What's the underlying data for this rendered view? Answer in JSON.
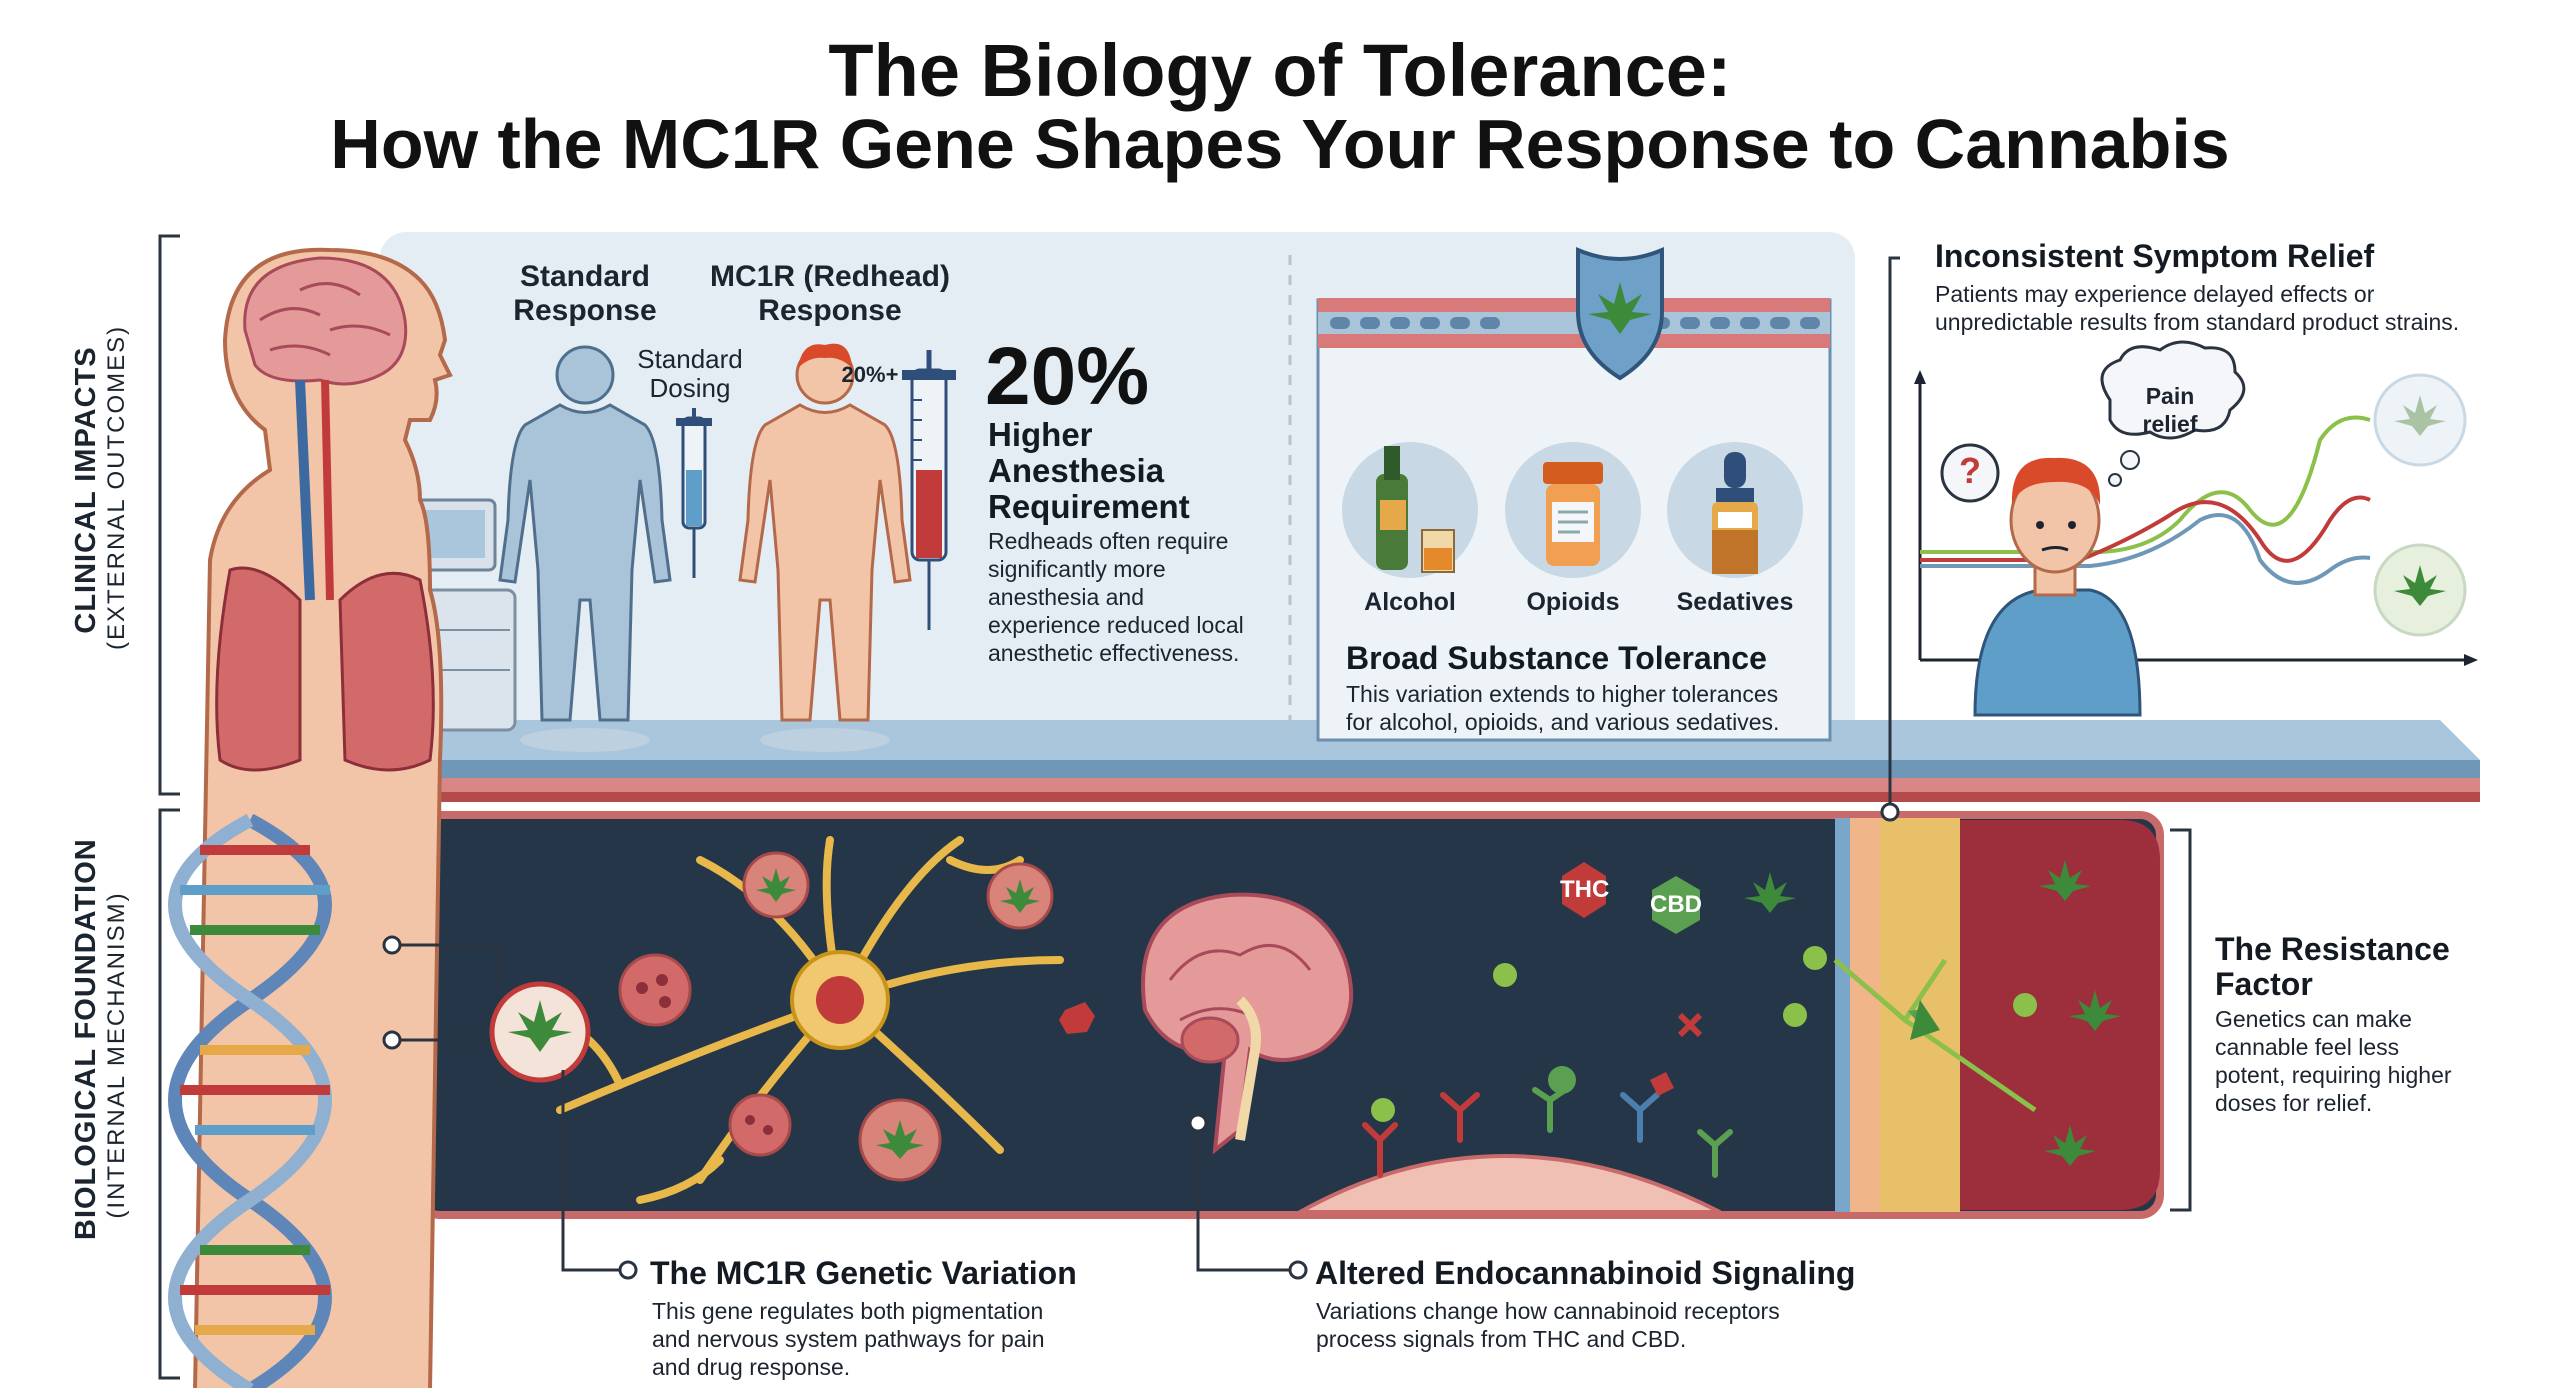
{
  "title": {
    "line1": "The Biology of Tolerance:",
    "line2": "How the MC1R Gene Shapes Your Response to Cannabis"
  },
  "side_labels": {
    "clinical": {
      "main": "CLINICAL IMPACTS",
      "sub": "(EXTERNAL OUTCOMES)"
    },
    "biological": {
      "main": "BIOLOGICAL FOUNDATION",
      "sub": "(INTERNAL MECHANISM)"
    }
  },
  "response_panel": {
    "standard_label_1": "Standard",
    "standard_label_2": "Response",
    "mc1r_label_1": "MC1R (Redhead)",
    "mc1r_label_2": "Response",
    "standard_dosing_1": "Standard",
    "standard_dosing_2": "Dosing",
    "dose_plus": "20%+"
  },
  "anesthesia": {
    "stat": "20%",
    "heading_1": "Higher",
    "heading_2": "Anesthesia",
    "heading_3": "Requirement",
    "desc_1": "Redheads often require",
    "desc_2": "significantly more",
    "desc_3": "anesthesia and",
    "desc_4": "experience reduced local",
    "desc_5": "anesthetic effectiveness."
  },
  "substances": {
    "items": [
      "Alcohol",
      "Opioids",
      "Sedatives"
    ],
    "heading": "Broad Substance Tolerance",
    "desc_1": "This variation extends to higher tolerances",
    "desc_2": "for alcohol, opioids, and various sedatives."
  },
  "symptom_relief": {
    "heading": "Inconsistent Symptom Relief",
    "desc_1": "Patients may experience delayed effects or",
    "desc_2": "unpredictable results from standard product strains.",
    "bubble_1": "Pain",
    "bubble_2": "relief",
    "question": "?"
  },
  "resistance": {
    "heading_1": "The Resistance",
    "heading_2": "Factor",
    "desc_1": "Genetics can make",
    "desc_2": "cannable feel less",
    "desc_3": "potent, requiring higher",
    "desc_4": "doses for relief."
  },
  "mc1r_variation": {
    "heading": "The MC1R Genetic Variation",
    "desc_1": "This gene regulates both pigmentation",
    "desc_2": "and nervous system pathways for pain",
    "desc_3": "and drug response."
  },
  "signaling": {
    "heading": "Altered Endocannabinoid Signaling",
    "desc_1": "Variations change how cannabinoid receptors",
    "desc_2": "process signals from THC and CBD.",
    "thc": "THC",
    "cbd": "CBD"
  },
  "colors": {
    "panel_bg": "#e6eef4",
    "dark_band": "#243647",
    "skin": "#f3c5a8",
    "red_accent": "#c23b3b",
    "leaf_green": "#3c8a3a",
    "blue_body": "#a9c3d8"
  }
}
